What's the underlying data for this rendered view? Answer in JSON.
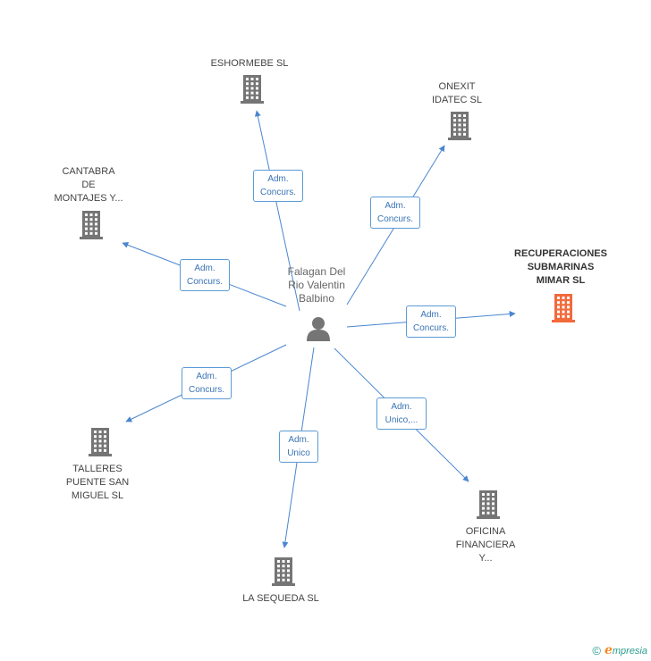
{
  "center": {
    "label": "Falagan Del\nRio Valentin\nBalbino"
  },
  "nodes": [
    {
      "id": "eshormebe",
      "label": "ESHORMEBE SL",
      "color": "#757575",
      "focus": false
    },
    {
      "id": "onexit",
      "label": "ONEXIT\nIDATEC SL",
      "color": "#757575",
      "focus": false
    },
    {
      "id": "cantabra",
      "label": "CANTABRA\nDE\nMONTAJES Y...",
      "color": "#757575",
      "focus": false
    },
    {
      "id": "recuperaciones",
      "label": "RECUPERACIONES\nSUBMARINAS\nMIMAR SL",
      "color": "#f26a3c",
      "focus": true
    },
    {
      "id": "talleres",
      "label": "TALLERES\nPUENTE SAN\nMIGUEL SL",
      "color": "#757575",
      "focus": false
    },
    {
      "id": "lasequeda",
      "label": "LA SEQUEDA SL",
      "color": "#757575",
      "focus": false
    },
    {
      "id": "oficina",
      "label": "OFICINA\nFINANCIERA\nY...",
      "color": "#757575",
      "focus": false
    }
  ],
  "edges": [
    {
      "to": "eshormebe",
      "label": "Adm.\nConcurs."
    },
    {
      "to": "onexit",
      "label": "Adm.\nConcurs."
    },
    {
      "to": "cantabra",
      "label": "Adm.\nConcurs."
    },
    {
      "to": "recuperaciones",
      "label": "Adm.\nConcurs."
    },
    {
      "to": "talleres",
      "label": "Adm.\nConcurs."
    },
    {
      "to": "lasequeda",
      "label": "Adm.\nUnico"
    },
    {
      "to": "oficina",
      "label": "Adm.\nUnico,..."
    }
  ],
  "colors": {
    "edge": "#4a86d0",
    "person": "#757575"
  },
  "footer": {
    "copyright_symbol": "©",
    "brand_initial": "e",
    "brand_rest": "mpresia"
  }
}
